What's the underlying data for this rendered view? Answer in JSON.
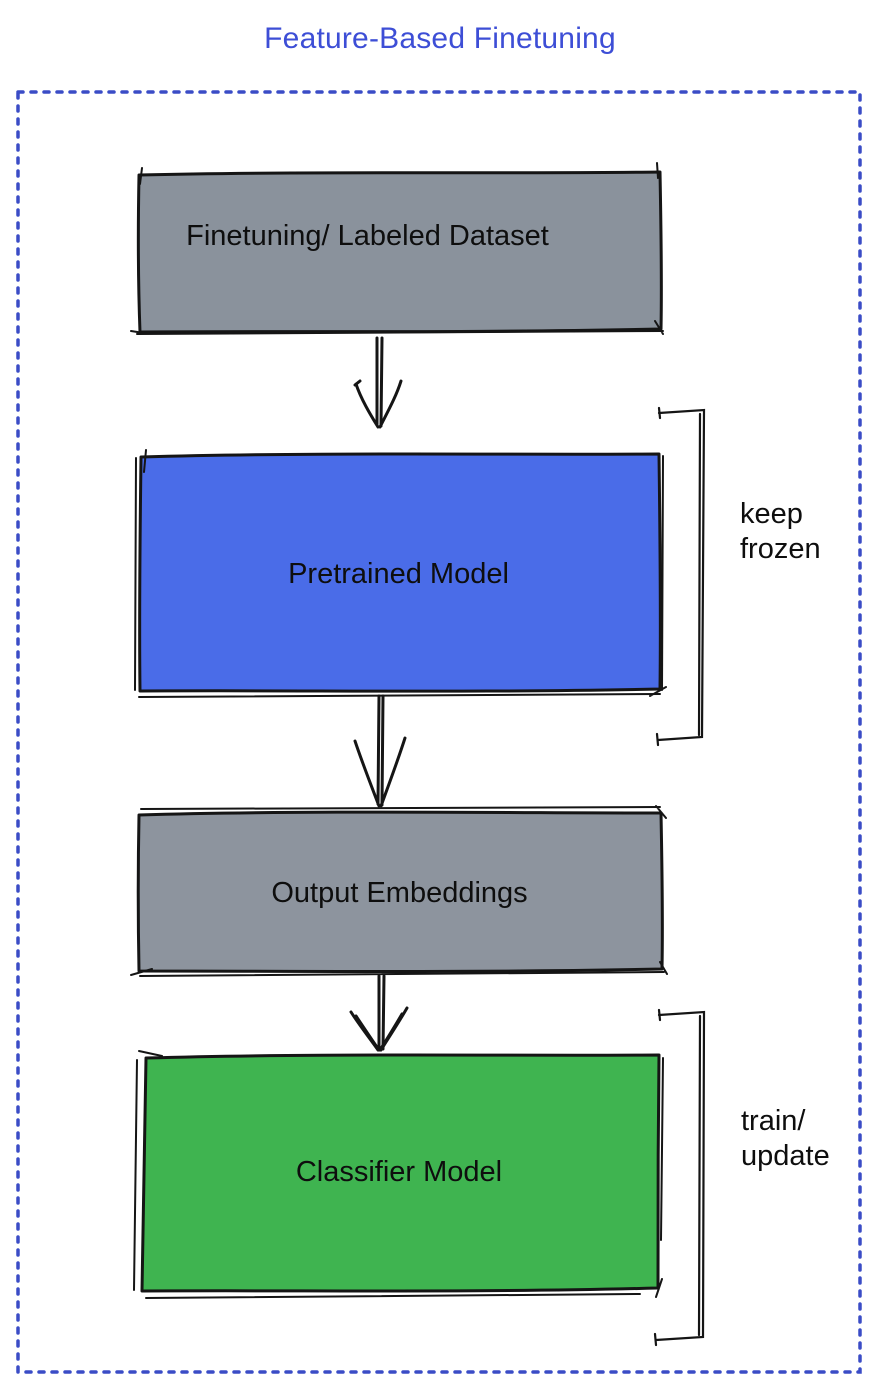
{
  "title": "Feature-Based Finetuning",
  "colors": {
    "title_blue": "#3D4ED6",
    "border_blue": "#3A4CC6",
    "box_gray": "#8A929C",
    "box_blue": "#4A6CE8",
    "box_green": "#3FB450",
    "ink": "#141414"
  },
  "diagram": {
    "nodes": [
      {
        "id": "finetuning-dataset",
        "label": "Finetuning/ Labeled Dataset",
        "fill_color": "#8A929C"
      },
      {
        "id": "pretrained-model",
        "label": "Pretrained Model",
        "fill_color": "#4A6CE8"
      },
      {
        "id": "output-embeddings",
        "label": "Output Embeddings",
        "fill_color": "#8D949E"
      },
      {
        "id": "classifier-model",
        "label": "Classifier Model",
        "fill_color": "#3FB450"
      }
    ],
    "edges": [
      {
        "from": "finetuning-dataset",
        "to": "pretrained-model"
      },
      {
        "from": "pretrained-model",
        "to": "output-embeddings"
      },
      {
        "from": "output-embeddings",
        "to": "classifier-model"
      }
    ],
    "annotations": [
      {
        "id": "keep-frozen",
        "target": "pretrained-model",
        "line1": "keep",
        "line2": "frozen"
      },
      {
        "id": "train-update",
        "target": "classifier-model",
        "line1": "train/",
        "line2": "update"
      }
    ]
  }
}
